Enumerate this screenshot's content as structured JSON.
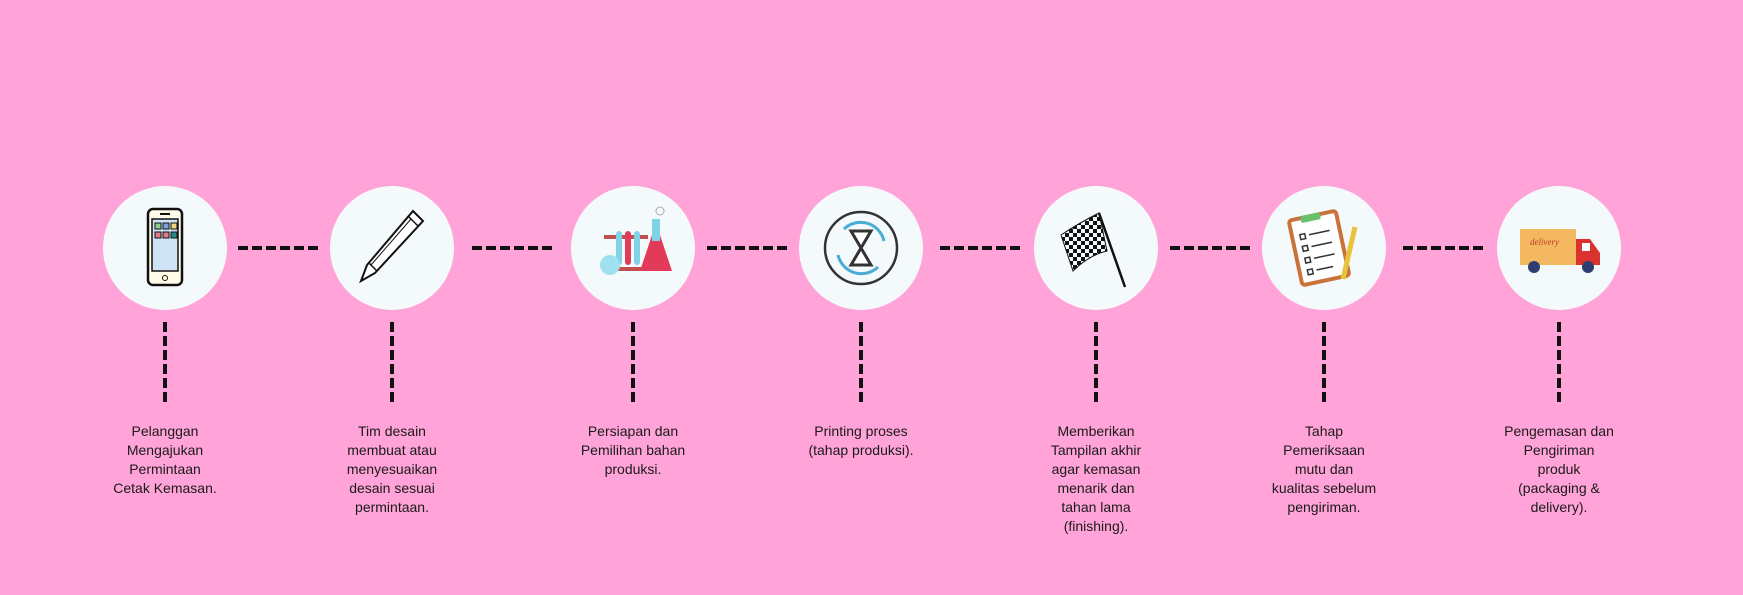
{
  "steps": [
    {
      "icon": "smartphone-icon",
      "text": "Pelanggan\nMengajukan\nPermintaan\nCetak Kemasan."
    },
    {
      "icon": "pencil-icon",
      "text": "Tim desain\nmembuat atau\nmenyesuaikan\ndesain sesuai\npermintaan."
    },
    {
      "icon": "lab-flask-icon",
      "text": "Persiapan dan\nPemilihan bahan\nproduksi."
    },
    {
      "icon": "hourglass-cycle-icon",
      "text": "Printing proses\n(tahap produksi)."
    },
    {
      "icon": "checkered-flag-icon",
      "text": "Memberikan\nTampilan akhir\nagar kemasan\nmenarik dan\ntahan lama\n(finishing)."
    },
    {
      "icon": "clipboard-checklist-icon",
      "text": "Tahap\nPemeriksaan\nmutu dan\nkualitas sebelum\npengiriman."
    },
    {
      "icon": "delivery-truck-icon",
      "text": "Pengemasan dan\nPengiriman\nproduk\n(packaging &\ndelivery)."
    }
  ],
  "truck_logo_text": "delivery",
  "colors": {
    "background": "#ffa3d8",
    "circle": "#f4fafc",
    "dash": "#111111"
  }
}
